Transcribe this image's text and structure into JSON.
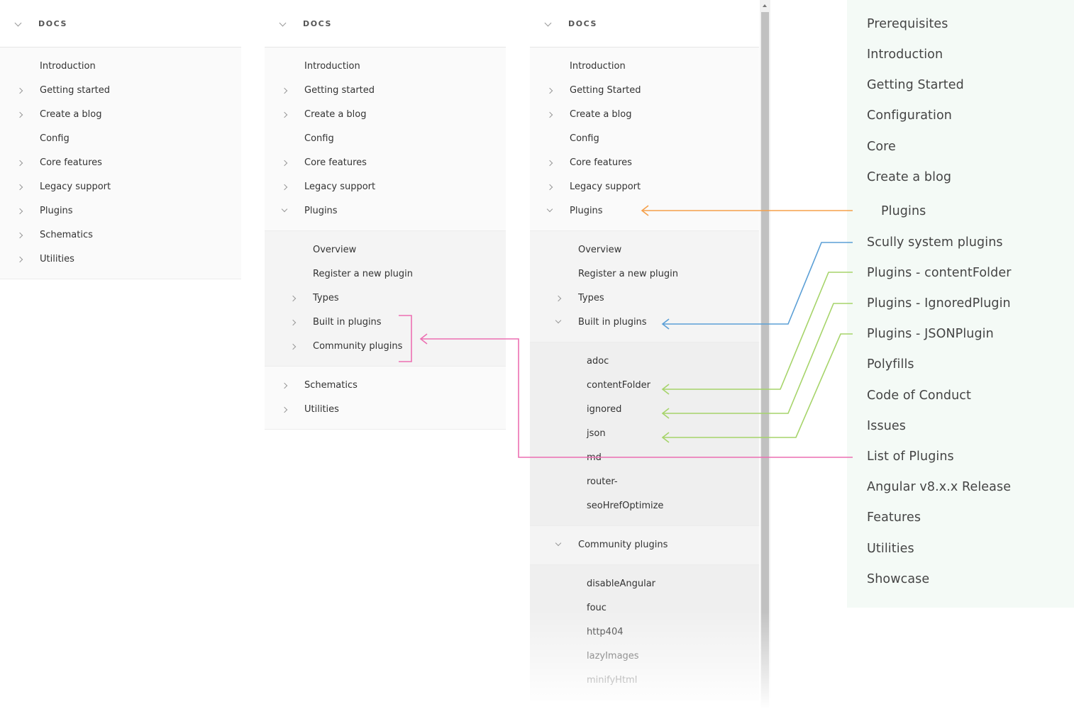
{
  "docs_label": "DOCS",
  "panel1": {
    "items": [
      {
        "label": "Introduction",
        "arrow": "none"
      },
      {
        "label": "Getting started",
        "arrow": "right"
      },
      {
        "label": "Create a blog",
        "arrow": "right"
      },
      {
        "label": "Config",
        "arrow": "none"
      },
      {
        "label": "Core features",
        "arrow": "right"
      },
      {
        "label": "Legacy support",
        "arrow": "right"
      },
      {
        "label": "Plugins",
        "arrow": "right"
      },
      {
        "label": "Schematics",
        "arrow": "right"
      },
      {
        "label": "Utilities",
        "arrow": "right"
      }
    ]
  },
  "panel2": {
    "top": [
      {
        "label": "Introduction",
        "arrow": "none"
      },
      {
        "label": "Getting started",
        "arrow": "right"
      },
      {
        "label": "Create a blog",
        "arrow": "right"
      },
      {
        "label": "Config",
        "arrow": "none"
      },
      {
        "label": "Core features",
        "arrow": "right"
      },
      {
        "label": "Legacy support",
        "arrow": "right"
      },
      {
        "label": "Plugins",
        "arrow": "down"
      }
    ],
    "plugins_children": [
      {
        "label": "Overview",
        "arrow": "none"
      },
      {
        "label": "Register a new plugin",
        "arrow": "none"
      },
      {
        "label": "Types",
        "arrow": "right"
      },
      {
        "label": "Built in plugins",
        "arrow": "right"
      },
      {
        "label": "Community plugins",
        "arrow": "right"
      }
    ],
    "bottom": [
      {
        "label": "Schematics",
        "arrow": "right"
      },
      {
        "label": "Utilities",
        "arrow": "right"
      }
    ]
  },
  "panel3": {
    "top": [
      {
        "label": "Introduction",
        "arrow": "none"
      },
      {
        "label": "Getting Started",
        "arrow": "right"
      },
      {
        "label": "Create a blog",
        "arrow": "right"
      },
      {
        "label": "Config",
        "arrow": "none"
      },
      {
        "label": "Core features",
        "arrow": "right"
      },
      {
        "label": "Legacy support",
        "arrow": "right"
      },
      {
        "label": "Plugins",
        "arrow": "down"
      }
    ],
    "plugins_children": [
      {
        "label": "Overview",
        "arrow": "none"
      },
      {
        "label": "Register a new plugin",
        "arrow": "none"
      },
      {
        "label": "Types",
        "arrow": "right"
      },
      {
        "label": "Built in plugins",
        "arrow": "down"
      }
    ],
    "builtin_children": [
      "adoc",
      "contentFolder",
      "ignored",
      "json",
      "md",
      "router-",
      "seoHrefOptimize"
    ],
    "community_header": {
      "label": "Community plugins",
      "arrow": "down"
    },
    "community_children": [
      "disableAngular",
      "fouc",
      "http404",
      "lazyImages",
      "minifyHtml"
    ]
  },
  "toc": {
    "items": [
      {
        "label": "Prerequisites",
        "indent": 0
      },
      {
        "label": "Introduction",
        "indent": 0
      },
      {
        "label": "Getting Started",
        "indent": 0
      },
      {
        "label": "Configuration",
        "indent": 0
      },
      {
        "label": "Core",
        "indent": 0
      },
      {
        "label": "Create a blog",
        "indent": 0
      },
      {
        "label": "Plugins",
        "indent": 1
      },
      {
        "label": "Scully system plugins",
        "indent": 0
      },
      {
        "label": "Plugins - contentFolder",
        "indent": 0
      },
      {
        "label": "Plugins - IgnoredPlugin",
        "indent": 0
      },
      {
        "label": "Plugins - JSONPlugin",
        "indent": 0
      },
      {
        "label": "Polyfills",
        "indent": 0
      },
      {
        "label": "Code of Conduct",
        "indent": 0
      },
      {
        "label": "Issues",
        "indent": 0
      },
      {
        "label": "List of Plugins",
        "indent": 0
      },
      {
        "label": "Angular v8.x.x Release",
        "indent": 0
      },
      {
        "label": "Features",
        "indent": 0
      },
      {
        "label": "Utilities",
        "indent": 0
      },
      {
        "label": "Showcase",
        "indent": 0
      }
    ]
  },
  "colors": {
    "orange": "#f5a04a",
    "blue": "#5b9fd6",
    "green": "#a6d46a",
    "pink": "#ec6fb2"
  }
}
